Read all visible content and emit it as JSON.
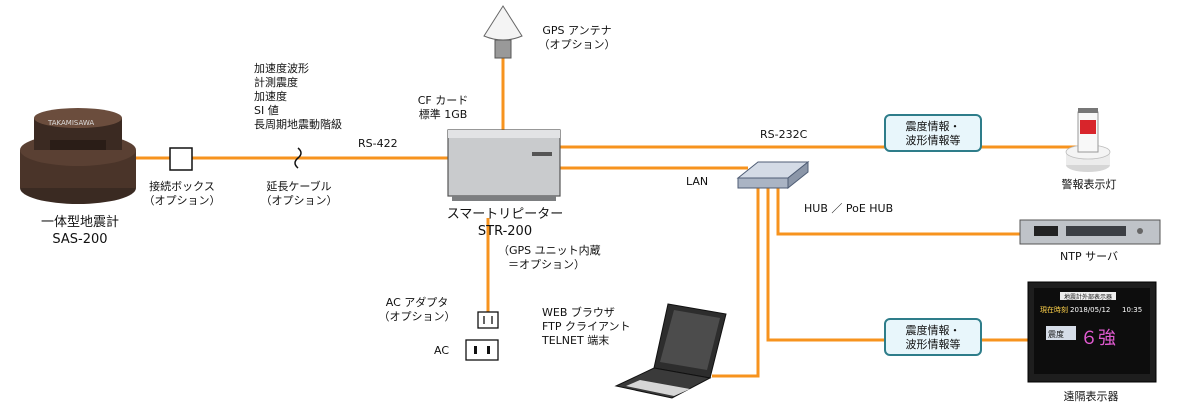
{
  "colors": {
    "cable": "#f7931e",
    "callout_border": "#2e7d8a",
    "callout_fill": "#e8f6fb"
  },
  "seismometer": {
    "name": "一体型地震計",
    "model": "SAS-200",
    "brand": "TAKAMISAWA"
  },
  "junction_box": {
    "line1": "接続ボックス",
    "line2": "（オプション）"
  },
  "outputs": {
    "line1": "加速度波形",
    "line2": "計測震度",
    "line3": "加速度",
    "line4": "SI 値",
    "line5": "長周期地震動階級"
  },
  "cable_rs422": "RS-422",
  "extension_cable": {
    "line1": "延長ケーブル",
    "line2": "（オプション）"
  },
  "cf_card": {
    "line1": "CF カード",
    "line2": "標準 1GB"
  },
  "gps_antenna": {
    "line1": "GPS アンテナ",
    "line2": "（オプション）"
  },
  "repeater": {
    "name": "スマートリピーター",
    "model": "STR-200",
    "gps_line1": "（GPS ユニット内蔵",
    "gps_line2": "＝オプション）"
  },
  "ac_adapter": {
    "line1": "AC アダプタ",
    "line2": "（オプション）",
    "ac": "AC"
  },
  "cable_rs232c": "RS-232C",
  "callout_top": {
    "line1": "震度情報・",
    "line2": "波形情報等"
  },
  "warning_light": "警報表示灯",
  "cable_lan": "LAN",
  "hub": "HUB ／ PoE HUB",
  "ntp_server": "NTP サーバ",
  "laptop": {
    "line1": "WEB ブラウザ",
    "line2": "FTP クライアント",
    "line3": "TELNET 端末"
  },
  "callout_bottom": {
    "line1": "震度情報・",
    "line2": "波形情報等"
  },
  "remote_display": {
    "name": "遠隔表示器",
    "header": "地震計外部表示器",
    "time_label": "現在時刻",
    "date": "2018/05/12",
    "time": "10:35",
    "intensity_label": "震度",
    "intensity_value": "６強"
  }
}
